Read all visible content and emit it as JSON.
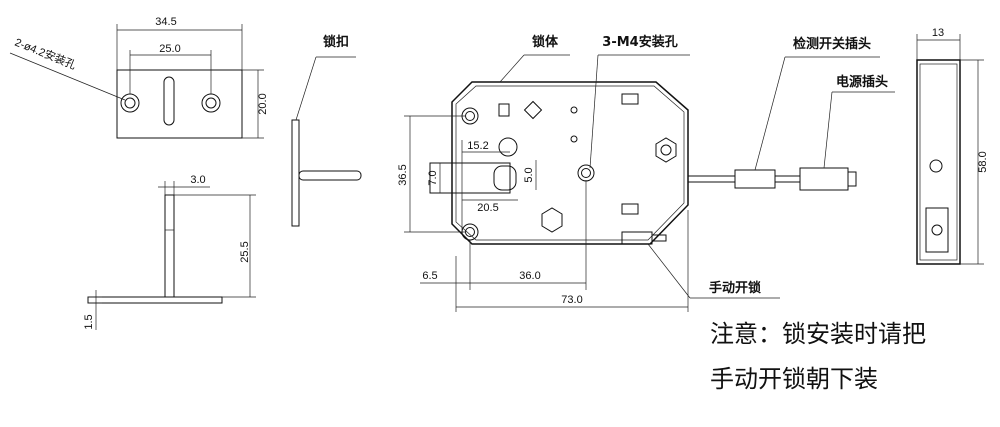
{
  "labels": {
    "hole_spec": "2-ø4.2安装孔",
    "latch": "锁扣",
    "lock_body": "锁体",
    "mount_holes": "3-M4安装孔",
    "detect_plug": "检测开关插头",
    "power_plug": "电源插头",
    "manual_unlock": "手动开锁"
  },
  "dims": {
    "plate_width": "34.5",
    "plate_hole_pitch": "25.0",
    "plate_height": "20.0",
    "latch_offset": "3.0",
    "latch_height": "25.5",
    "latch_thickness": "1.5",
    "body_hole_pitch_v": "36.5",
    "bolt_height": "7.0",
    "bolt_x": "15.2",
    "bolt_small": "5.0",
    "bolt_len": "20.5",
    "body_offset": "6.5",
    "body_hole_pitch_h": "36.0",
    "body_width": "73.0",
    "side_width": "13",
    "side_height": "58.0"
  },
  "notice": {
    "line1": "注意：锁安装时请把",
    "line2": "手动开锁朝下装"
  }
}
